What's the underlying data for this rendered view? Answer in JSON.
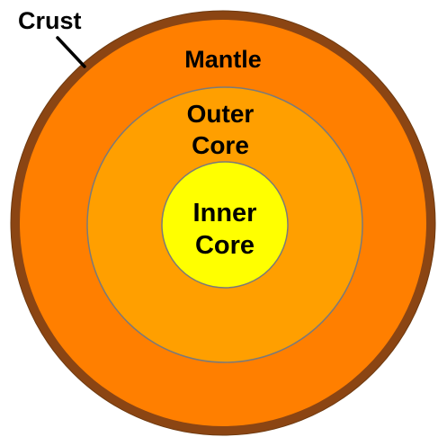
{
  "diagram": {
    "layers": [
      {
        "name": "crust",
        "label": "Crust",
        "color": "#8B4513"
      },
      {
        "name": "mantle",
        "label": "Mantle",
        "color": "#FF7F00"
      },
      {
        "name": "outer-core",
        "label_line1": "Outer",
        "label_line2": "Core",
        "color": "#FF9F00"
      },
      {
        "name": "inner-core",
        "label_line1": "Inner",
        "label_line2": "Core",
        "color": "#FFFF00"
      }
    ],
    "outline_color": "#7a7a7a",
    "leader_line_color": "#000000"
  }
}
